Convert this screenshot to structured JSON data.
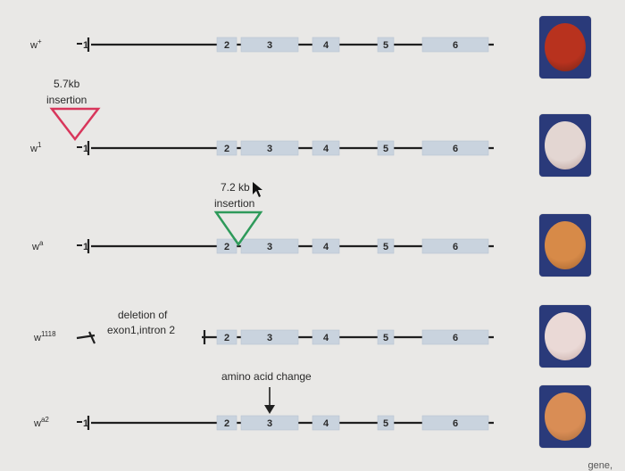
{
  "colors": {
    "gene_line": "#1f1f1f",
    "exon_fill": "#c9d3de",
    "insertion_pink": "#d8365b",
    "insertion_green": "#2e9a5a",
    "eye_bg": "#2a3a7a"
  },
  "alleles": [
    {
      "label": "w+",
      "exons": [
        "1",
        "2",
        "3",
        "4",
        "5",
        "6"
      ],
      "eye_color": "#b8321e",
      "eye_rim": "#6e2418"
    },
    {
      "label": "w1",
      "exons": [
        "1",
        "2",
        "3",
        "4",
        "5",
        "6"
      ],
      "annotation": {
        "line1": "5.7kb",
        "line2": "insertion"
      },
      "eye_color": "#e3d6d2",
      "eye_rim": "#b89c96"
    },
    {
      "label": "wa",
      "exons": [
        "1",
        "2",
        "3",
        "4",
        "5",
        "6"
      ],
      "annotation": {
        "line1": "7.2 kb",
        "line2": "insertion"
      },
      "eye_color": "#d78a48",
      "eye_rim": "#a0602d"
    },
    {
      "label": "w1118",
      "exons": [
        "2",
        "3",
        "4",
        "5",
        "6"
      ],
      "annotation": {
        "line1": "deletion of",
        "line2": "exon1,intron 2"
      },
      "eye_color": "#ead9d6",
      "eye_rim": "#c3a7a2"
    },
    {
      "label": "wa2",
      "exons": [
        "1",
        "2",
        "3",
        "4",
        "5",
        "6"
      ],
      "annotation": {
        "line1": "amino acid change"
      },
      "eye_color": "#d98d55",
      "eye_rim": "#a4683a"
    }
  ],
  "footer_text": "gene,"
}
